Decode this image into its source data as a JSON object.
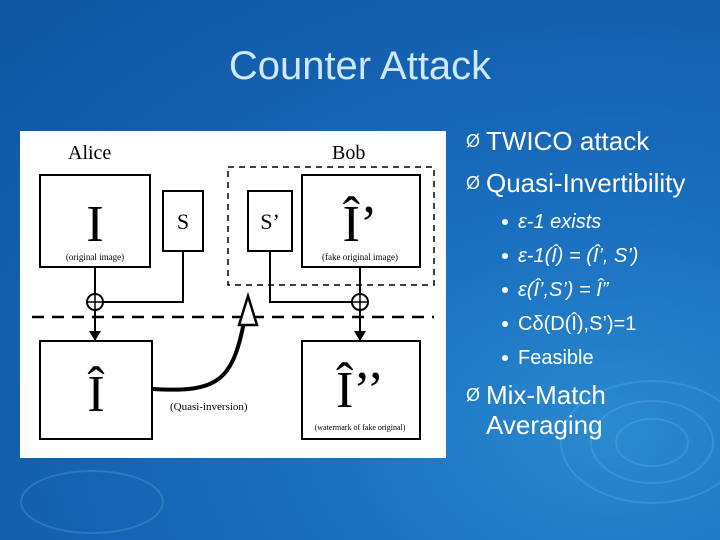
{
  "slide": {
    "title": "Counter Attack",
    "bullets": [
      {
        "text": "TWICO attack"
      },
      {
        "text": "Quasi-Invertibility"
      }
    ],
    "sub_bullets": [
      {
        "text": "ε-1 exists"
      },
      {
        "text": "ε-1(Î) = (Î’, S’)"
      },
      {
        "text": "ε(Î’,S’) = Î”"
      },
      {
        "text": "Cδ(D(Î),S’)=1"
      },
      {
        "text": "Feasible"
      }
    ],
    "last_bullet": {
      "line1": "Mix-Match",
      "line2": "Averaging"
    },
    "arrow_glyph": "Ø"
  },
  "figure": {
    "alice_label": "Alice",
    "bob_label": "Bob",
    "box_I": "I",
    "box_I_caption": "(original image)",
    "box_S": "S",
    "box_Sprime": "S’",
    "box_Iprime": "Î’",
    "box_Iprime_caption": "(fake original image)",
    "box_Ihat": "Î",
    "box_Idouble": "Î’’",
    "box_Idouble_caption": "(watermark of fake original)",
    "quasi_label": "(Quasi-inversion)"
  },
  "colors": {
    "background": "#1a6fbf",
    "title": "#cfe8ff",
    "text": "#ffffff"
  }
}
